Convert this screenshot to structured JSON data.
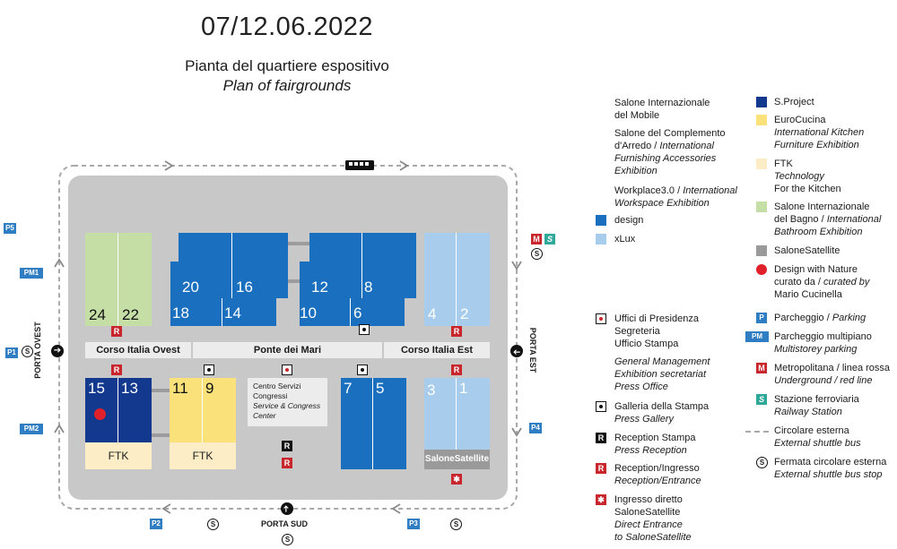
{
  "header": {
    "date": "07/12.06.2022",
    "title_it": "Pianta del quartiere espositivo",
    "title_en": "Plan of fairgrounds"
  },
  "map": {
    "halls": [
      {
        "id": "24",
        "color": "#c5dea6"
      },
      {
        "id": "22",
        "color": "#c5dea6"
      },
      {
        "id": "20",
        "color": "#1a6fbe"
      },
      {
        "id": "16",
        "color": "#1a6fbe"
      },
      {
        "id": "18",
        "color": "#1a6fbe"
      },
      {
        "id": "14",
        "color": "#1a6fbe"
      },
      {
        "id": "12",
        "color": "#1a6fbe"
      },
      {
        "id": "8",
        "color": "#1a6fbe"
      },
      {
        "id": "10",
        "color": "#1a6fbe"
      },
      {
        "id": "6",
        "color": "#1a6fbe"
      },
      {
        "id": "4",
        "color": "#a8cdec"
      },
      {
        "id": "2",
        "color": "#a8cdec"
      },
      {
        "id": "15",
        "color": "#12398d"
      },
      {
        "id": "13",
        "color": "#12398d"
      },
      {
        "id": "11",
        "color": "#fbe17a"
      },
      {
        "id": "9",
        "color": "#fbe17a"
      },
      {
        "id": "7",
        "color": "#1a6fbe"
      },
      {
        "id": "5",
        "color": "#1a6fbe"
      },
      {
        "id": "3",
        "color": "#a8cdec"
      },
      {
        "id": "1",
        "color": "#a8cdec"
      }
    ],
    "ftk_label": "FTK",
    "satellite_label": "SaloneSatellite",
    "streets": {
      "west": "Corso Italia Ovest",
      "center": "Ponte dei Mari",
      "east": "Corso Italia Est"
    },
    "services_center": {
      "line1": "Centro Servizi",
      "line2": "Congressi",
      "line3": "Service & Congress",
      "line4": "Center"
    },
    "gates": {
      "west": "PORTA OVEST",
      "east": "PORTA EST",
      "south": "PORTA SUD"
    },
    "parking": {
      "p5": "P5",
      "pm1": "PM1",
      "p1": "P1",
      "pm2": "PM2",
      "p2": "P2",
      "p3": "P3",
      "p4": "P4"
    },
    "metro": "M",
    "rail": "S",
    "reception_badge": "R",
    "shuttle_stop": "S"
  },
  "legend": {
    "salone_mobile_1": "Salone Internazionale",
    "salone_mobile_2": "del Mobile",
    "complemento_1": "Salone del Complemento",
    "complemento_2": "d'Arredo",
    "complemento_2b": "International",
    "complemento_3": "Furnishing Accessories",
    "complemento_4": "Exhibition",
    "workplace_1": "Workplace3.0 /",
    "workplace_1b": "International",
    "workplace_2": "Workspace Exhibition",
    "design": "design",
    "xlux": "xLux",
    "sproject": "S.Project",
    "eurocucina": "EuroCucina",
    "eurocucina_en1": "International Kitchen",
    "eurocucina_en2": "Furniture Exhibition",
    "ftk": "FTK",
    "ftk_en1": "Technology",
    "ftk_en2": "For the Kitchen",
    "bagno_1": "Salone Internazionale",
    "bagno_2": "del Bagno",
    "bagno_2b": "International",
    "bagno_3": "Bathroom Exhibition",
    "satellite": "SaloneSatellite",
    "dwn": "Design with Nature",
    "dwn_2": "curato da /",
    "dwn_2b": "curated by",
    "dwn_3": "Mario Cucinella",
    "uffici_1": "Uffici di Presidenza",
    "uffici_2": "Segreteria",
    "uffici_3": "Ufficio Stampa",
    "uffici_en1": "General Management",
    "uffici_en2": "Exhibition secretariat",
    "uffici_en3": "Press Office",
    "galleria_1": "Galleria della Stampa",
    "galleria_en": "Press Gallery",
    "reception_stampa": "Reception Stampa",
    "reception_stampa_en": "Press Reception",
    "reception_ingresso": "Reception/Ingresso",
    "reception_ingresso_en": "Reception/Entrance",
    "ingresso_1": "Ingresso diretto",
    "ingresso_2": "SaloneSatellite",
    "ingresso_en1": "Direct Entrance",
    "ingresso_en2": "to SaloneSatellite",
    "parcheggio": "Parcheggio /",
    "parcheggio_en": "Parking",
    "multipiano": "Parcheggio multipiano",
    "multipiano_en": "Multistorey parking",
    "metro": "Metropolitana / linea rossa",
    "metro_en": "Underground / red line",
    "stazione": "Stazione ferroviaria",
    "stazione_en": "Railway Station",
    "circolare": "Circolare esterna",
    "circolare_en": "External shuttle bus",
    "fermata": "Fermata circolare esterna",
    "fermata_en": "External shuttle bus stop",
    "badge_p": "P",
    "badge_pm": "PM",
    "badge_m": "M",
    "badge_s": "S",
    "badge_r": "R"
  },
  "colors": {
    "design": "#1a6fbe",
    "xlux": "#a8cdec",
    "sproject": "#12398d",
    "eurocucina": "#fbe17a",
    "ftk": "#fcedc6",
    "bagno": "#c5dea6",
    "satellite": "#9a9a9a",
    "red": "#c9252c",
    "parking": "#2f7dc2",
    "rail": "#2fa89a"
  }
}
